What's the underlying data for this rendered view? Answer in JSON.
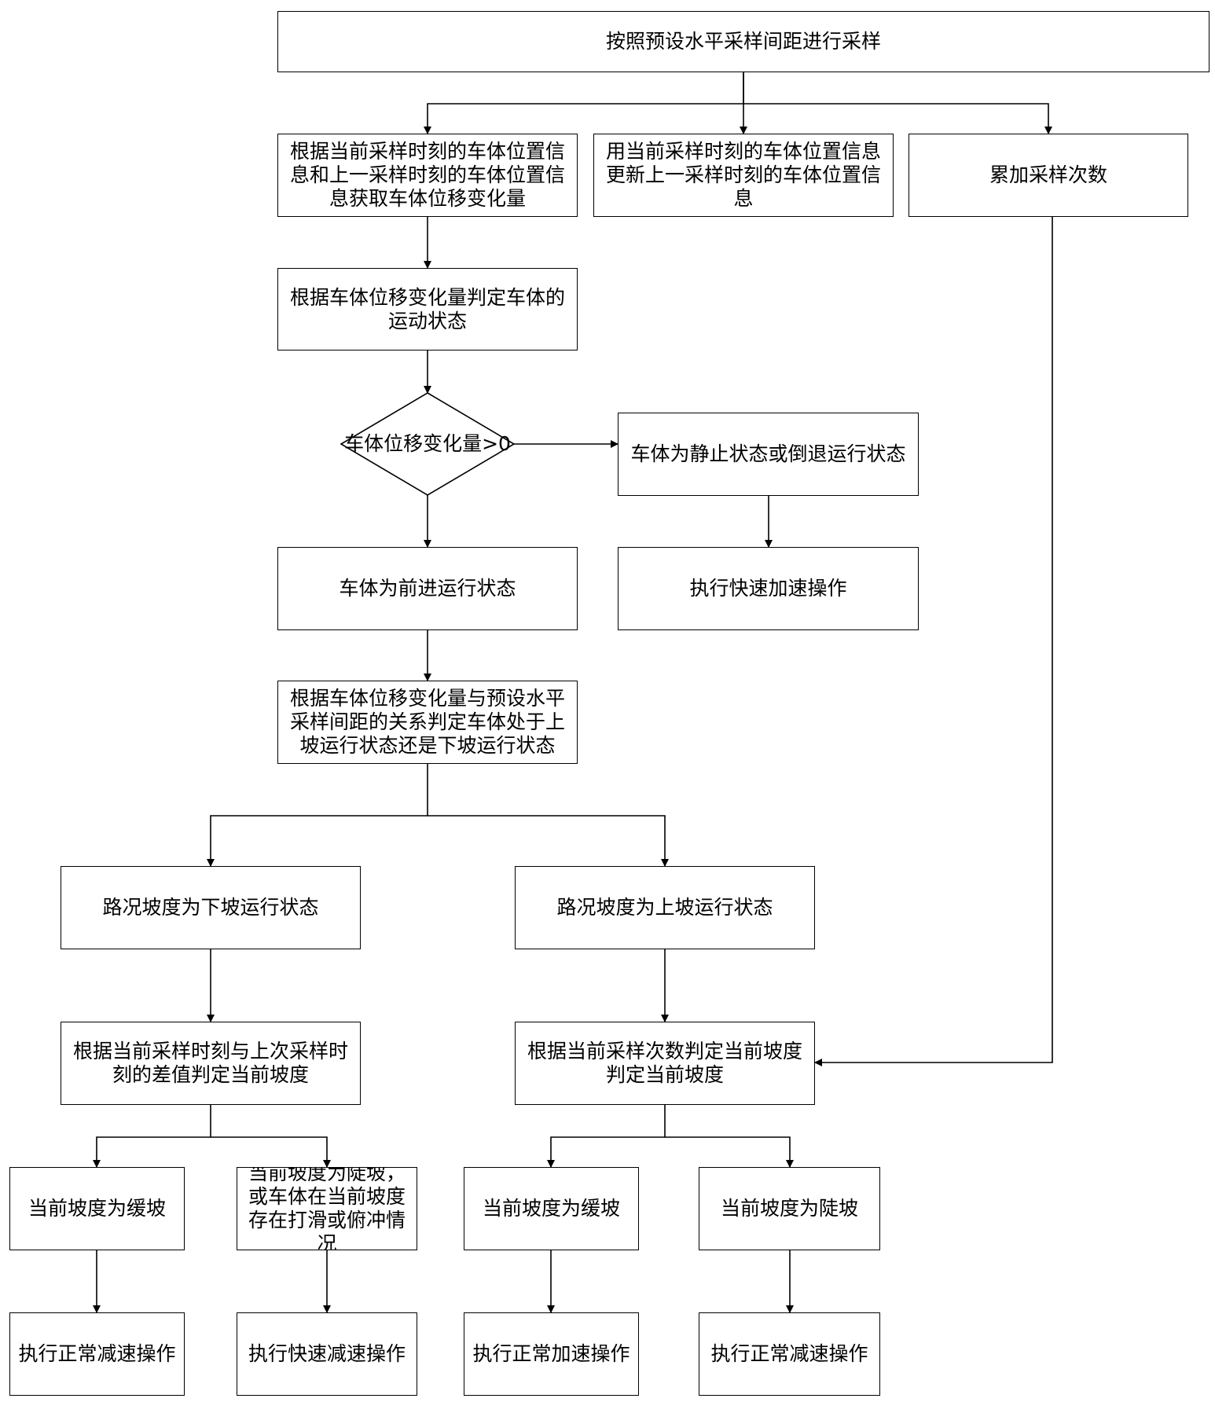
{
  "nodes": {
    "start": "按照预设水平采样间距进行采样",
    "get_displacement": "根据当前采样时刻的车体位置信息和上一采样时刻的车体位置信息获取车体位移变化量",
    "update_position": "用当前采样时刻的车体位置信息更新上一采样时刻的车体位置信息",
    "accumulate_count": "累加采样次数",
    "judge_motion": "根据车体位移变化量判定车体的运动状态",
    "decision": "车体位移变化量>0",
    "static_or_reverse": "车体为静止状态或倒退运行状态",
    "fast_accelerate": "执行快速加速操作",
    "forward": "车体为前进运行状态",
    "judge_slope_direction": "根据车体位移变化量与预设水平采样间距的关系判定车体处于上坡运行状态还是下坡运行状态",
    "downhill": "路况坡度为下坡运行状态",
    "uphill": "路况坡度为上坡运行状态",
    "judge_by_time_diff": "根据当前采样时刻与上次采样时刻的差值判定当前坡度",
    "judge_by_count": "根据当前采样次数判定当前坡度判定当前坡度",
    "down_gentle": "当前坡度为缓坡",
    "down_steep": "当前坡度为陡坡，或车体在当前坡度存在打滑或俯冲情况",
    "up_gentle": "当前坡度为缓坡",
    "up_steep": "当前坡度为陡坡",
    "down_gentle_action": "执行正常减速操作",
    "down_steep_action": "执行快速减速操作",
    "up_gentle_action": "执行正常加速操作",
    "up_steep_action": "执行正常减速操作"
  }
}
